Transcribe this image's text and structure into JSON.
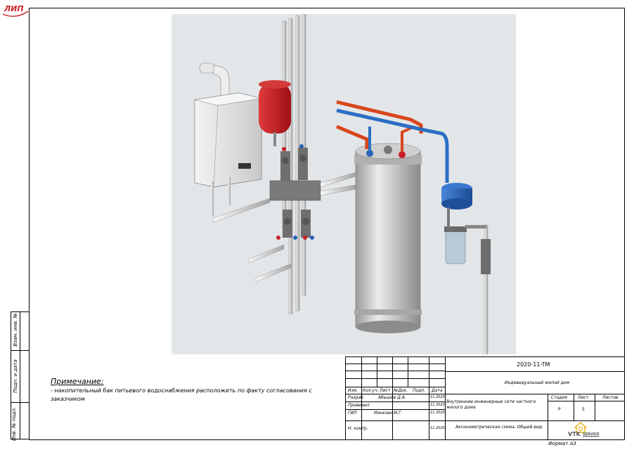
{
  "logo": {
    "text": "ЛИП"
  },
  "side_strip": {
    "labels": [
      "Инв. № подл.",
      "Подп. и дата",
      "Взам. инв. №"
    ]
  },
  "note": {
    "title": "Примечание:",
    "text": "- накопительный бак питьевого водоснабжения расположить по факту согласования с заказчиком"
  },
  "title_block": {
    "code": "2020-11-TM",
    "object_name": "Индивидуальный жилой дом",
    "columns": [
      "Изм.",
      "Кол.уч.",
      "Лист",
      "№Док.",
      "Подп.",
      "Дата"
    ],
    "rows": [
      {
        "role": "Разраб.",
        "name": "Абышев Д.А.",
        "date": "11.2020"
      },
      {
        "role": "Проверил",
        "name": "",
        "date": "11.2020"
      },
      {
        "role": "ГИП",
        "name": "Мжилин М.Г.",
        "date": "11.2020"
      },
      {
        "role": "Н. контр.",
        "name": "",
        "date": "11.2020"
      }
    ],
    "section_title": "Внутренние инженерные сети частного жилого дома",
    "stage_header": "Стадия",
    "sheet_header": "Лист",
    "sheets_header": "Листов",
    "stage": "Р",
    "sheet": "5",
    "sheets": "",
    "drawing_title": "Аксонометрическая схема. Общий вид.",
    "company": "VTK",
    "company_sub": "SERVICE"
  },
  "format": "Формат А3",
  "colors": {
    "hot": "#d9461b",
    "cold": "#2b6fc4",
    "tank_red": "#c8202a",
    "tank_blue": "#2a63b8",
    "drawing_bg": "#e2e6e8",
    "brand_yellow": "#e8b21a"
  }
}
